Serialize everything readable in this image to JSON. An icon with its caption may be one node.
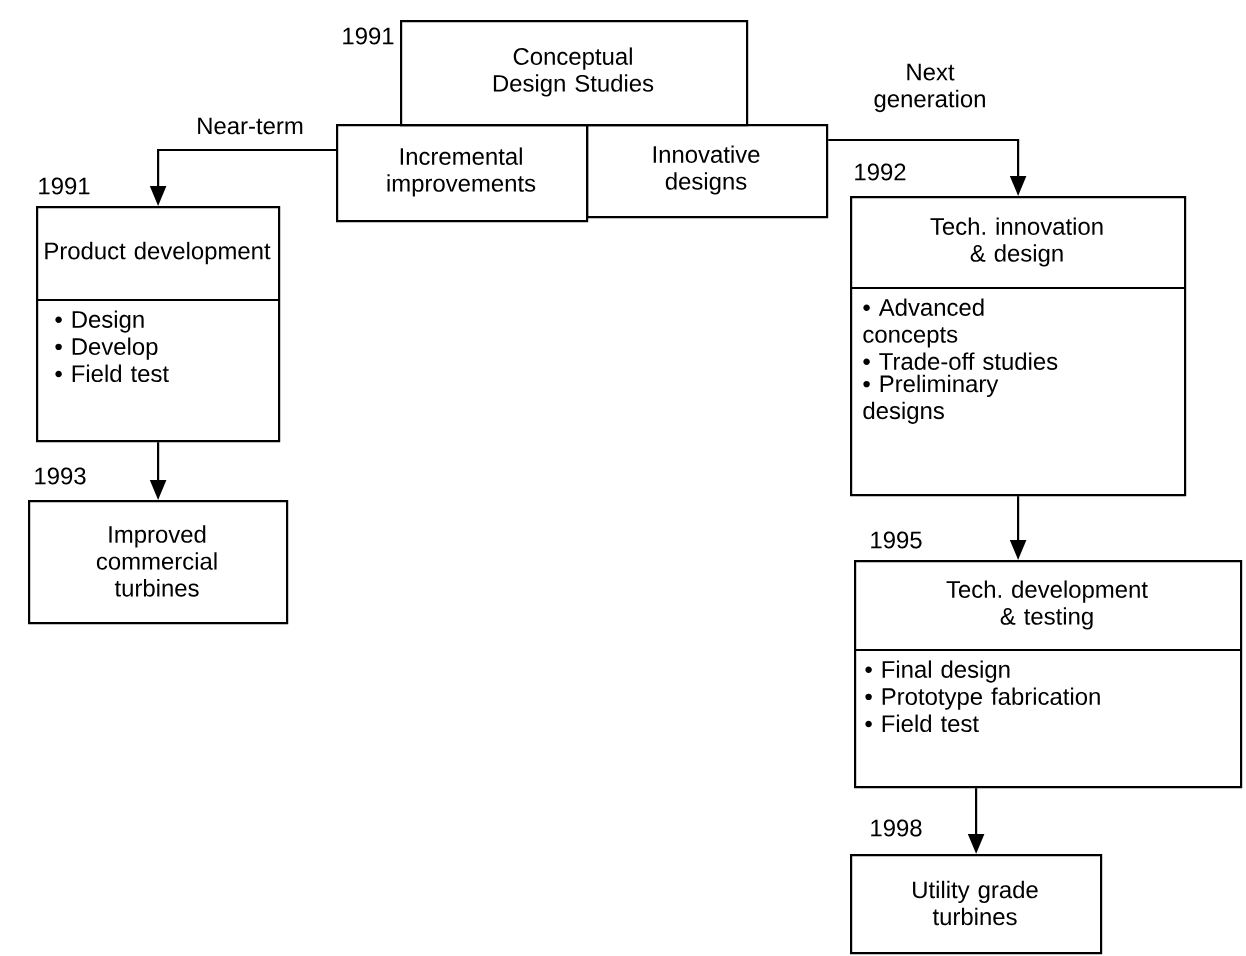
{
  "diagram": {
    "nodes": [
      {
        "text": [
          "Conceptual Design Studies"
        ],
        "beside": [
          "1991"
        ]
      },
      {
        "text": [
          "Incremental improvements"
        ]
      },
      {
        "text": [
          "Innovative designs"
        ]
      },
      {
        "text": [
          "Product development",
          "• Design",
          "• Develop",
          "• Field test"
        ],
        "beside": [
          "1991"
        ]
      },
      {
        "text": [
          "Improved commercial turbines"
        ],
        "beside": [
          "1993"
        ]
      },
      {
        "text": [
          "Tech. innovation & design",
          "• Advanced concepts",
          "• Trade-off studies",
          "• Preliminary designs"
        ],
        "beside": [
          "1992"
        ]
      },
      {
        "text": [
          "Tech. development & testing",
          "• Final design",
          "• Prototype fabrication",
          "• Field test"
        ],
        "beside": [
          "1995"
        ]
      },
      {
        "text": [
          "Utility grade turbines"
        ],
        "beside": [
          "1998"
        ]
      }
    ],
    "edges": [
      {
        "from": 1,
        "to": 3,
        "arrow": "to",
        "label": "Near-term"
      },
      {
        "from": 2,
        "to": 5,
        "arrow": "to",
        "label": "Next generation"
      },
      {
        "from": 3,
        "to": 4,
        "arrow": "to"
      },
      {
        "from": 5,
        "to": 6,
        "arrow": "to"
      },
      {
        "from": 6,
        "to": 7,
        "arrow": "to"
      }
    ]
  }
}
